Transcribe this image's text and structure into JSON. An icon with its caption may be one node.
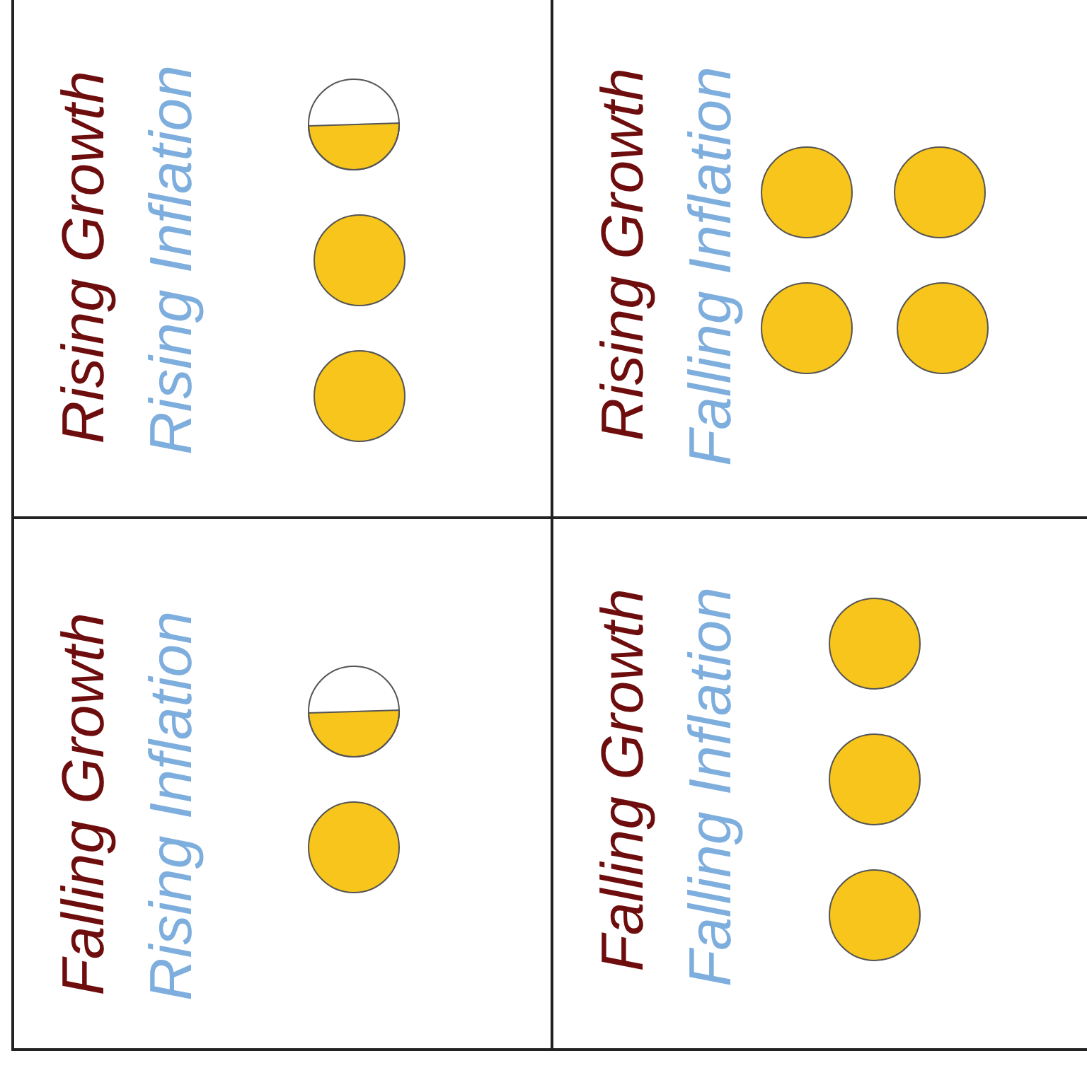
{
  "diagram": {
    "nodes": [
      {
        "text": [
          "Rising Growth",
          "Rising Inflation"
        ]
      },
      {
        "text": [],
        "shape": "circle",
        "in": 0
      },
      {
        "text": [],
        "shape": "circle",
        "in": 0
      },
      {
        "text": [],
        "shape": "circle",
        "in": 0
      },
      {
        "text": [
          "Rising Growth",
          "Falling Inflation"
        ]
      },
      {
        "text": [],
        "shape": "circle",
        "in": 4
      },
      {
        "text": [],
        "shape": "circle",
        "in": 4
      },
      {
        "text": [],
        "shape": "circle",
        "in": 4
      },
      {
        "text": [],
        "shape": "circle",
        "in": 4
      },
      {
        "text": [
          "Falling Growth",
          "Rising Inflation"
        ]
      },
      {
        "text": [],
        "shape": "circle",
        "in": 9
      },
      {
        "text": [],
        "shape": "circle",
        "in": 9
      },
      {
        "text": [
          "Falling Growth",
          "Falling Inflation"
        ]
      },
      {
        "text": [],
        "shape": "circle",
        "in": 12
      },
      {
        "text": [],
        "shape": "circle",
        "in": 12
      },
      {
        "text": [],
        "shape": "circle",
        "in": 12
      }
    ]
  }
}
